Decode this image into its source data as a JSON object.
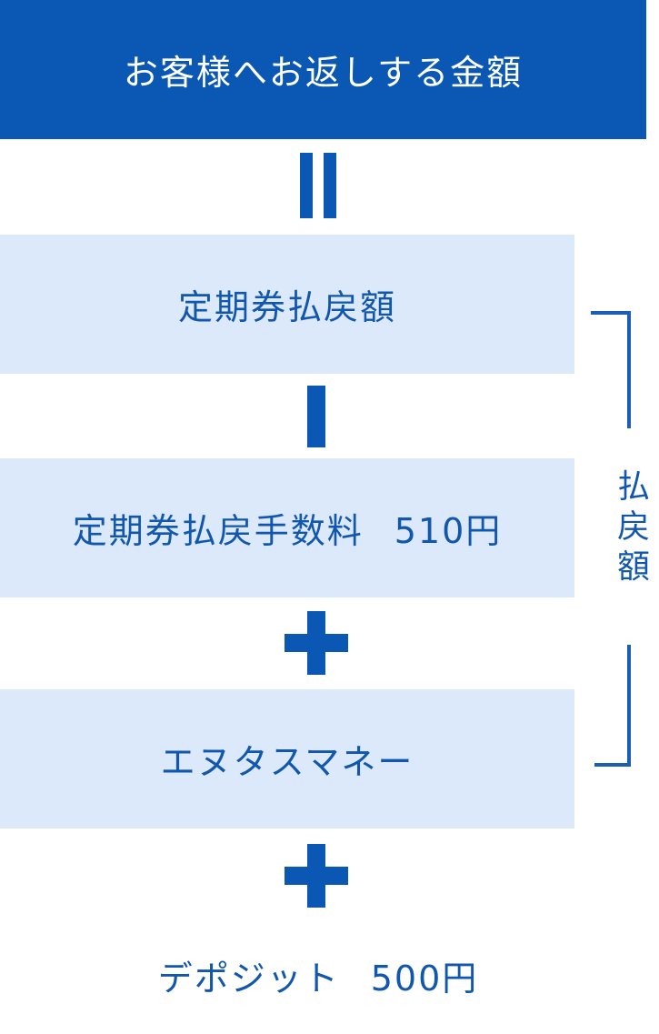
{
  "header": {
    "title": "お客様へお返しする金額"
  },
  "rows": [
    {
      "label": "定期券払戻額",
      "amount": ""
    },
    {
      "label": "定期券払戻手数料",
      "amount": "510円"
    },
    {
      "label": "エヌタスマネー",
      "amount": ""
    }
  ],
  "deposit": {
    "label": "デポジット",
    "amount": "500円"
  },
  "side_label": {
    "char1": "払",
    "char2": "戻",
    "char3": "額"
  },
  "operators": [
    "=",
    "−",
    "+",
    "+"
  ],
  "colors": {
    "header_bg": "#0b58b4",
    "box_bg": "#dbe9fa",
    "text_blue": "#1257ae",
    "operator": "#0b58b4"
  }
}
